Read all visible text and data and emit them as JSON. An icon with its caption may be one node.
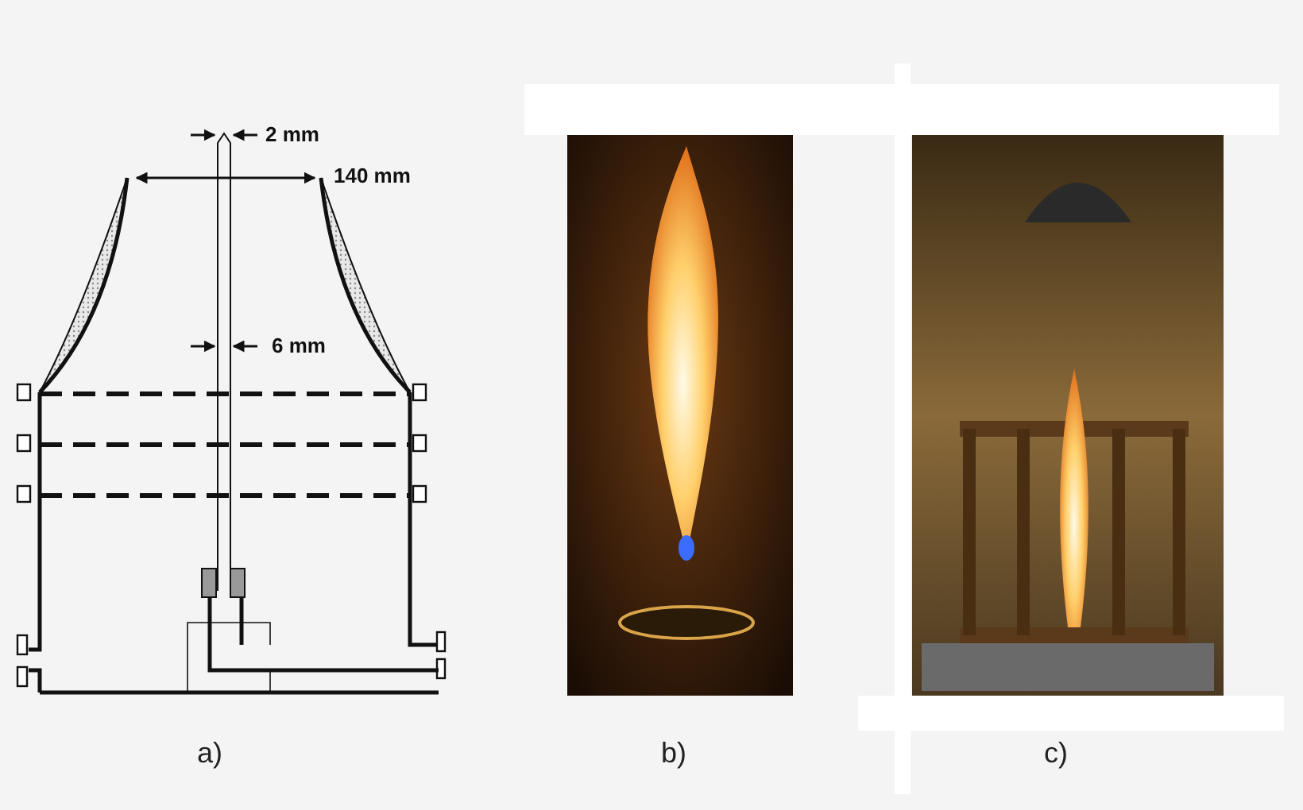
{
  "diagram": {
    "labels": [
      "2 mm",
      "140 mm",
      "6 mm",
      "a)",
      "b)",
      "c)"
    ]
  }
}
